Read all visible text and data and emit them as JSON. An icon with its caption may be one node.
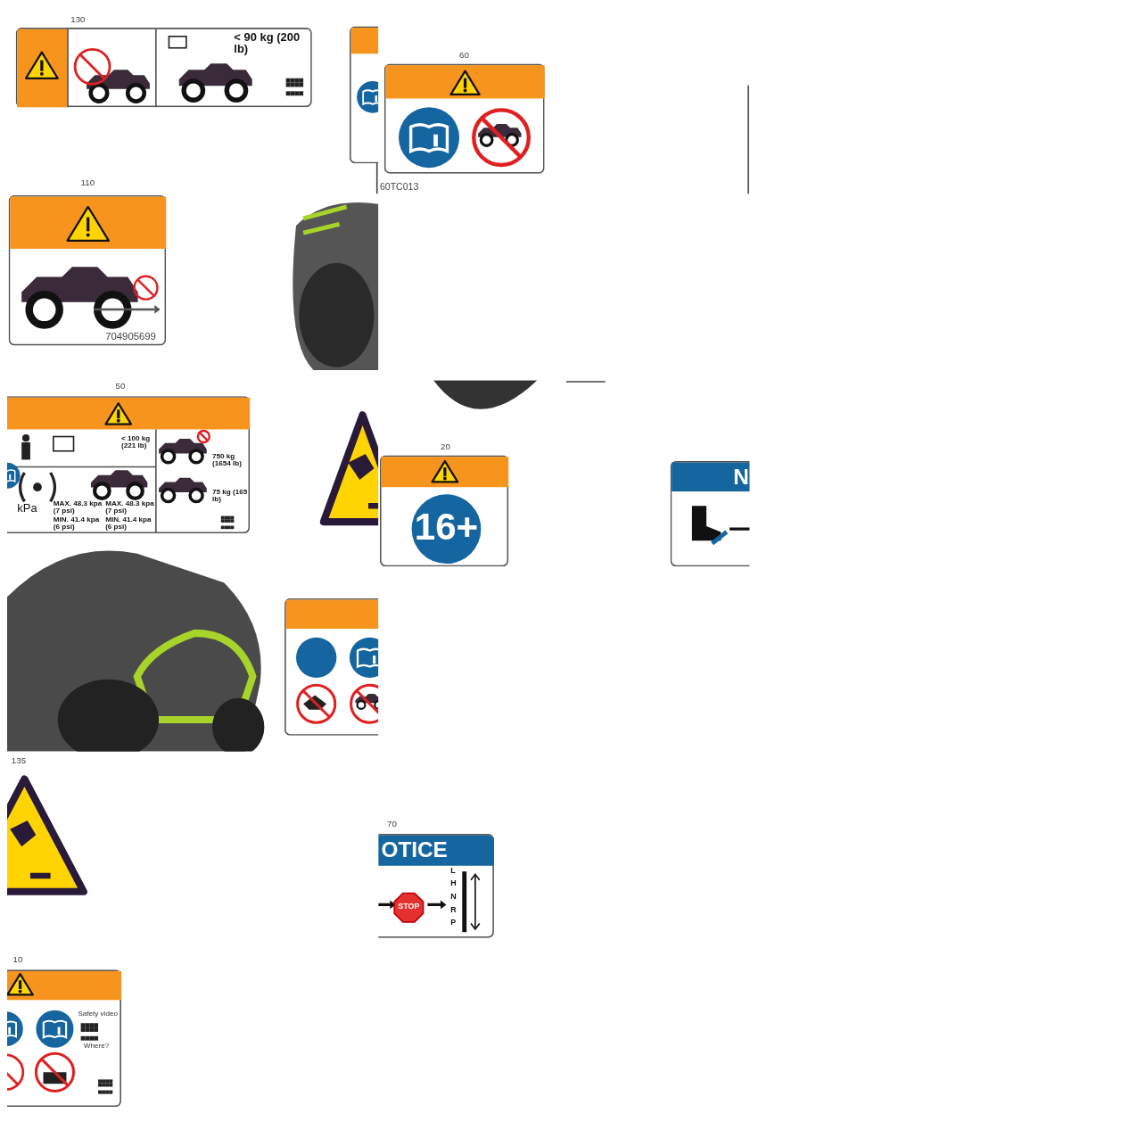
{
  "diagram": {
    "nodes": [
      {
        "text": [
          "< 90 kg (200 lb)"
        ],
        "beside": [
          "130"
        ]
      },
      {
        "text": [],
        "shape": "box"
      },
      {
        "text": [],
        "shape": "box",
        "beside": [
          "60"
        ]
      },
      {
        "text": [
          "704905699"
        ],
        "beside": [
          "110"
        ]
      },
      {
        "text": [
          "< 100 kg (221 lb)",
          "kPa",
          "MAX. 48.3 kpa (7 psi)",
          "MIN. 41.4 kpa (6 psi)",
          "MAX. 48.3 kpa (7 psi)",
          "MIN. 41.4 kpa (6 psi)",
          "750 kg (1654 lb)",
          "75 kg (165 lb)"
        ],
        "beside": [
          "50"
        ]
      },
      {
        "text": [],
        "shape": "triangle"
      },
      {
        "text": [
          "16+"
        ],
        "beside": [
          "20"
        ]
      },
      {
        "text": [
          "N"
        ]
      },
      {
        "text": [],
        "shape": "box"
      },
      {
        "text": [],
        "shape": "triangle",
        "beside": [
          "135"
        ]
      },
      {
        "text": [
          "Safety video",
          "Where?"
        ],
        "beside": [
          "10"
        ]
      },
      {
        "text": [
          "OTICE",
          "STOP",
          "L",
          "H",
          "N",
          "R",
          "P"
        ],
        "beside": [
          "70"
        ]
      }
    ],
    "labels": [
      "60TC013"
    ]
  }
}
